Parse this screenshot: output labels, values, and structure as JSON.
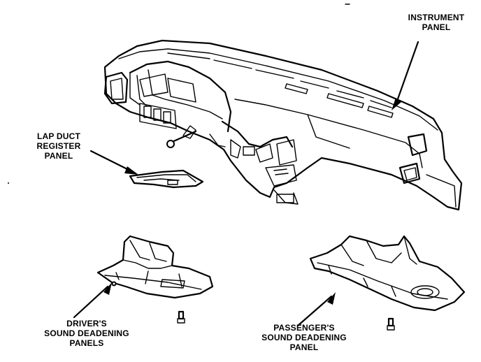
{
  "labels": {
    "instrument_panel": [
      "INSTRUMENT",
      "PANEL"
    ],
    "lap_duct": [
      "LAP DUCT",
      "REGISTER",
      "PANEL"
    ],
    "drivers": [
      "DRIVER'S",
      "SOUND DEADENING",
      "PANELS"
    ],
    "passengers": [
      "PASSENGER'S",
      "SOUND DEADENING",
      "PANEL"
    ]
  }
}
